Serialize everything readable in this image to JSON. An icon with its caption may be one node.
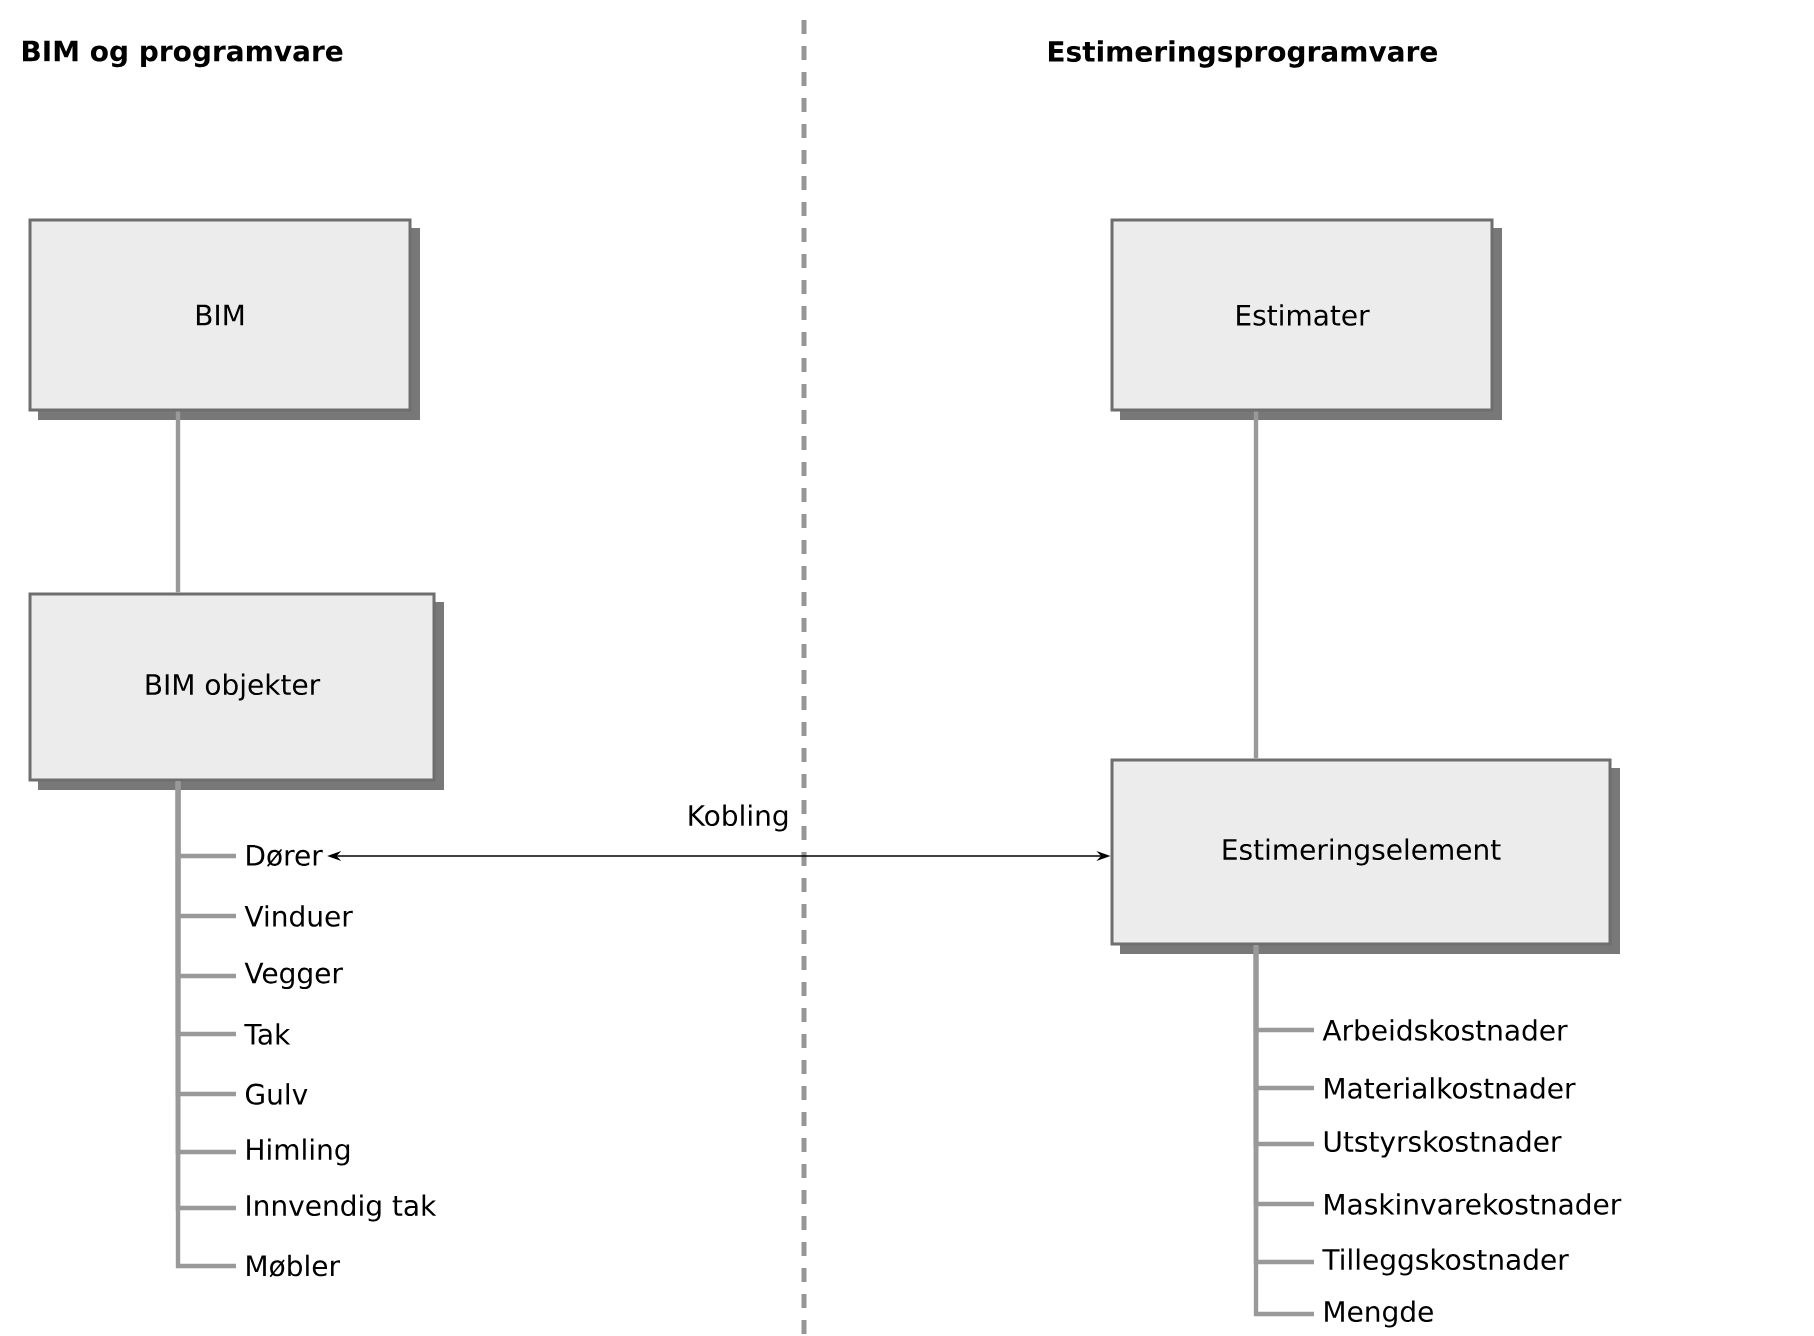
{
  "diagram": {
    "nodes": [
      {
        "text": [
          "BIM"
        ]
      },
      {
        "text": [
          "BIM objekter"
        ]
      },
      {
        "text": [
          "Dører"
        ]
      },
      {
        "text": [
          "Vinduer"
        ]
      },
      {
        "text": [
          "Vegger"
        ]
      },
      {
        "text": [
          "Tak"
        ]
      },
      {
        "text": [
          "Gulv"
        ]
      },
      {
        "text": [
          "Himling"
        ]
      },
      {
        "text": [
          "Innvendig tak"
        ]
      },
      {
        "text": [
          "Møbler"
        ]
      },
      {
        "text": [
          "Estimater"
        ]
      },
      {
        "text": [
          "Estimeringselement"
        ]
      },
      {
        "text": [
          "Arbeidskostnader"
        ]
      },
      {
        "text": [
          "Materialkostnader"
        ]
      },
      {
        "text": [
          "Utstyrskostnader"
        ]
      },
      {
        "text": [
          "Maskinvarekostnader"
        ]
      },
      {
        "text": [
          "Tilleggskostnader"
        ]
      },
      {
        "text": [
          "Mengde"
        ]
      }
    ],
    "edges": [
      {
        "from": 0,
        "to": 1,
        "arrow": "none"
      },
      {
        "from": 1,
        "to": 2,
        "arrow": "none"
      },
      {
        "from": 1,
        "to": 3,
        "arrow": "none"
      },
      {
        "from": 1,
        "to": 4,
        "arrow": "none"
      },
      {
        "from": 1,
        "to": 5,
        "arrow": "none"
      },
      {
        "from": 1,
        "to": 6,
        "arrow": "none"
      },
      {
        "from": 1,
        "to": 7,
        "arrow": "none"
      },
      {
        "from": 1,
        "to": 8,
        "arrow": "none"
      },
      {
        "from": 1,
        "to": 9,
        "arrow": "none"
      },
      {
        "from": 10,
        "to": 11,
        "arrow": "none"
      },
      {
        "from": 11,
        "to": 12,
        "arrow": "none"
      },
      {
        "from": 11,
        "to": 13,
        "arrow": "none"
      },
      {
        "from": 11,
        "to": 14,
        "arrow": "none"
      },
      {
        "from": 11,
        "to": 15,
        "arrow": "none"
      },
      {
        "from": 11,
        "to": 16,
        "arrow": "none"
      },
      {
        "from": 11,
        "to": 17,
        "arrow": "none"
      },
      {
        "from": 2,
        "to": 11,
        "arrow": "both",
        "label": "Kobling",
        "color": "#000000"
      }
    ],
    "labels": [
      "BIM og programvare",
      "Estimeringsprogramvare"
    ]
  }
}
